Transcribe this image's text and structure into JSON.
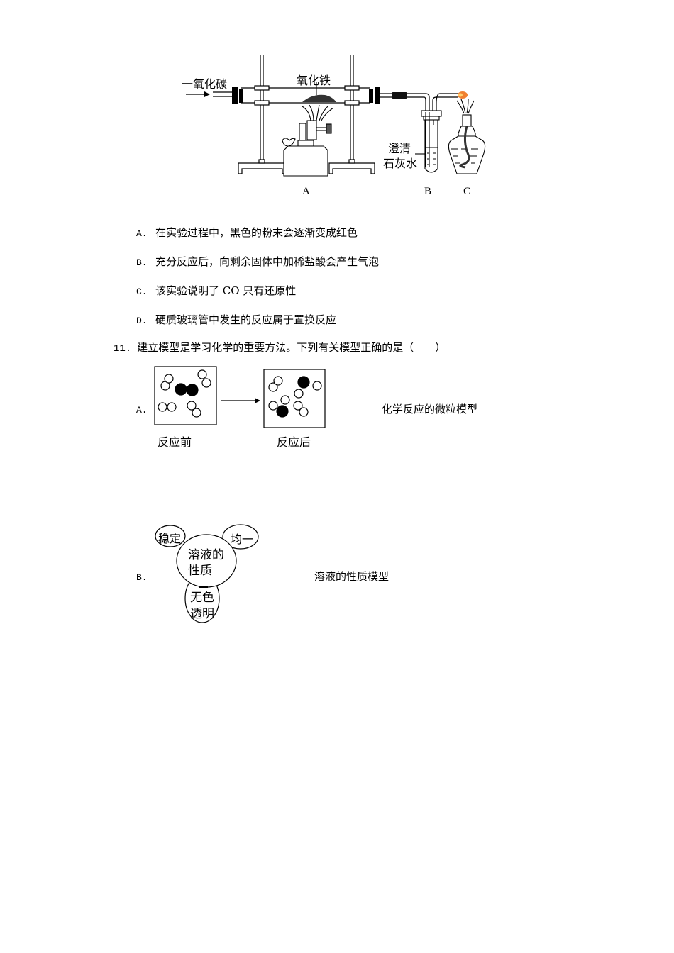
{
  "q10": {
    "figure": {
      "gas_label": "一氧化碳",
      "powder_label": "氧化铁",
      "limewater_label_line1": "澄清",
      "limewater_label_line2": "石灰水",
      "part_labels": [
        "A",
        "B",
        "C"
      ]
    },
    "options": [
      {
        "key": "A.",
        "text": "在实验过程中，黑色的粉末会逐渐变成红色"
      },
      {
        "key": "B.",
        "text": "充分反应后，向剩余固体中加稀盐酸会产生气泡"
      },
      {
        "key": "C.",
        "text": "该实验说明了 CO 只有还原性"
      },
      {
        "key": "D.",
        "text": "硬质玻璃管中发生的反应属于置换反应"
      }
    ]
  },
  "q11": {
    "number": "11.",
    "stem": "建立模型是学习化学的重要方法。下列有关模型正确的是（　　）",
    "options": [
      {
        "key": "A.",
        "before_label": "反应前",
        "after_label": "反应后",
        "caption": "化学反应的微粒模型"
      },
      {
        "key": "B.",
        "center_line1": "溶液的",
        "center_line2": "性质",
        "bubble_stable": "稳定",
        "bubble_uniform": "均一",
        "bubble_colorless_line1": "无色",
        "bubble_colorless_line2": "透明",
        "caption": "溶液的性质模型"
      }
    ]
  }
}
